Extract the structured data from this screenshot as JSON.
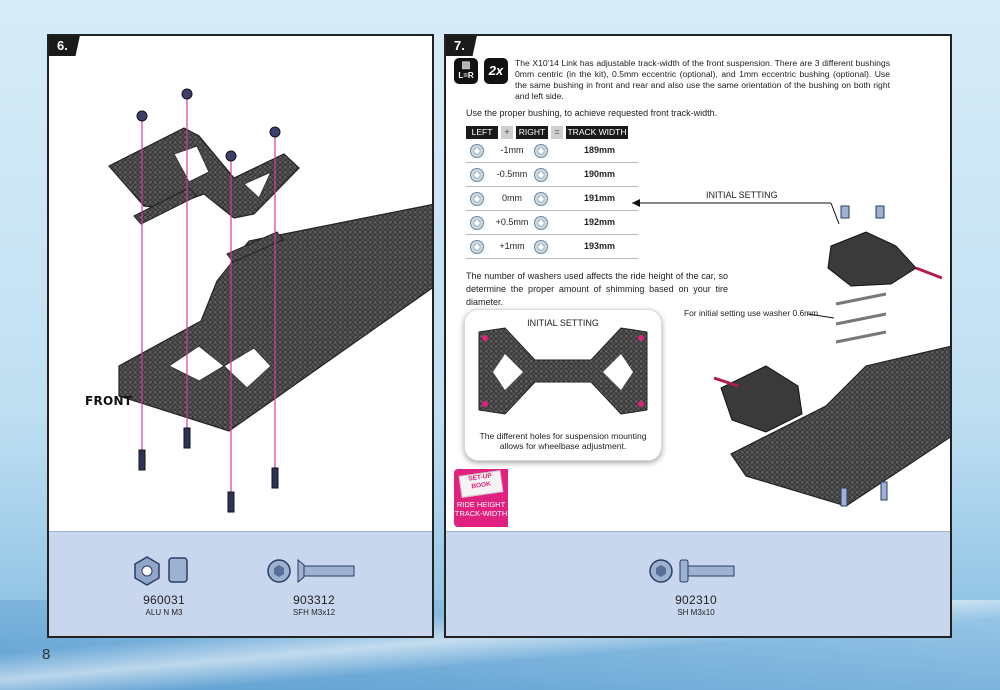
{
  "page": {
    "number": "8"
  },
  "step6": {
    "badge": "6.",
    "front_label": "FRONT",
    "parts": [
      {
        "code": "960031",
        "desc": "ALU N M3"
      },
      {
        "code": "903312",
        "desc": "SFH M3x12"
      }
    ]
  },
  "step7": {
    "badge": "7.",
    "icon_lr": "L=R",
    "icon_count": "2x",
    "intro": "The X10'14 Link has adjustable track-width of the front suspension. There are 3 different bushings 0mm centric (in the kit), 0.5mm eccentric (optional), and 1mm eccentric bushing (optional). Use the same bushing in front and rear and also use the same orientation of the bushing on both right and left side.",
    "bushing_intro": "Use the proper bushing, to achieve requested front track-width.",
    "table": {
      "headers": {
        "left": "LEFT",
        "plus": "+",
        "right": "RIGHT",
        "equals": "=",
        "width": "TRACK WIDTH"
      },
      "rows": [
        {
          "offset": "-1mm",
          "width": "189mm"
        },
        {
          "offset": "-0.5mm",
          "width": "190mm"
        },
        {
          "offset": "0mm",
          "width": "191mm"
        },
        {
          "offset": "+0.5mm",
          "width": "192mm"
        },
        {
          "offset": "+1mm",
          "width": "193mm"
        }
      ]
    },
    "initial_setting_label": "INITIAL SETTING",
    "washer_note": "The number of washers used affects the ride height of the car, so determine the proper amount of shimming based on your tire diameter.",
    "washer_callout": "For initial setting use washer 0.6mm",
    "init_card": {
      "title": "INITIAL SETTING",
      "caption": "The different holes for suspension mounting allows for wheelbase adjustment."
    },
    "setup_tag": {
      "book": "SET-UP BOOK",
      "line1": "RIDE HEIGHT",
      "line2": "TRACK-WIDTH"
    },
    "parts": [
      {
        "code": "902310",
        "desc": "SH M3x10"
      }
    ]
  },
  "colors": {
    "pink_accent": "#e0217f",
    "magenta_line": "#d63aa0",
    "parts_strip": "#c9d7ee",
    "badge_bg": "#1a1a1a"
  }
}
